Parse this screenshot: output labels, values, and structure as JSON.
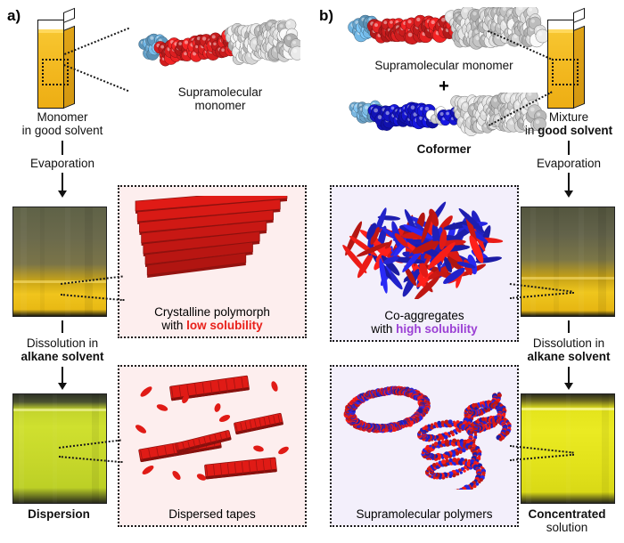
{
  "figure": {
    "panel_a_letter": "a)",
    "panel_b_letter": "b)"
  },
  "panel_a": {
    "cuvette_label_line1": "Monomer",
    "cuvette_label_line2": "in good solvent",
    "molecule_label_line1": "Supramolecular",
    "molecule_label_line2": "monomer",
    "step1": "Evaporation",
    "step2_line1": "Dissolution in",
    "step2_line2": "alkane solvent",
    "vial_top_caption": "",
    "vial_bottom_caption": "Dispersion",
    "box_top_caption_line1": "Crystalline polymorph",
    "box_top_caption_line2_plain": "with ",
    "box_top_caption_line2_accent": "low solubility",
    "box_bottom_caption": "Dispersed tapes"
  },
  "panel_b": {
    "molecule1_label": "Supramolecular monomer",
    "plus": "+",
    "molecule2_label": "Coformer",
    "cuvette_label_line1": "Mixture",
    "cuvette_label_line2_plain": "in ",
    "cuvette_label_line2_bold": "good solvent",
    "step1": "Evaporation",
    "step2_line1": "Dissolution in",
    "step2_line2": "alkane solvent",
    "vial_bottom_caption_line1": "Concentrated",
    "vial_bottom_caption_line2": "solution",
    "box_top_caption_line1": "Co-aggregates",
    "box_top_caption_line2_plain": "with ",
    "box_top_caption_line2_accent": "high solubility",
    "box_bottom_caption": "Supramolecular polymers"
  },
  "colors": {
    "low_solubility_accent": "#e8201a",
    "high_solubility_accent": "#9b3fd4",
    "pink_box_bg": "#fdeeee",
    "violet_box_bg": "#f3effb",
    "crystal_red": "#e01b16",
    "aggregate_blue": "#2323cf",
    "solvent_yellow": "#f2b71e",
    "dispersion_green": "#c6d62a",
    "solution_yellow": "#e3e31a"
  },
  "icons": {
    "arrow": "down-arrow-icon",
    "callout": "dotted-callout-icon"
  }
}
